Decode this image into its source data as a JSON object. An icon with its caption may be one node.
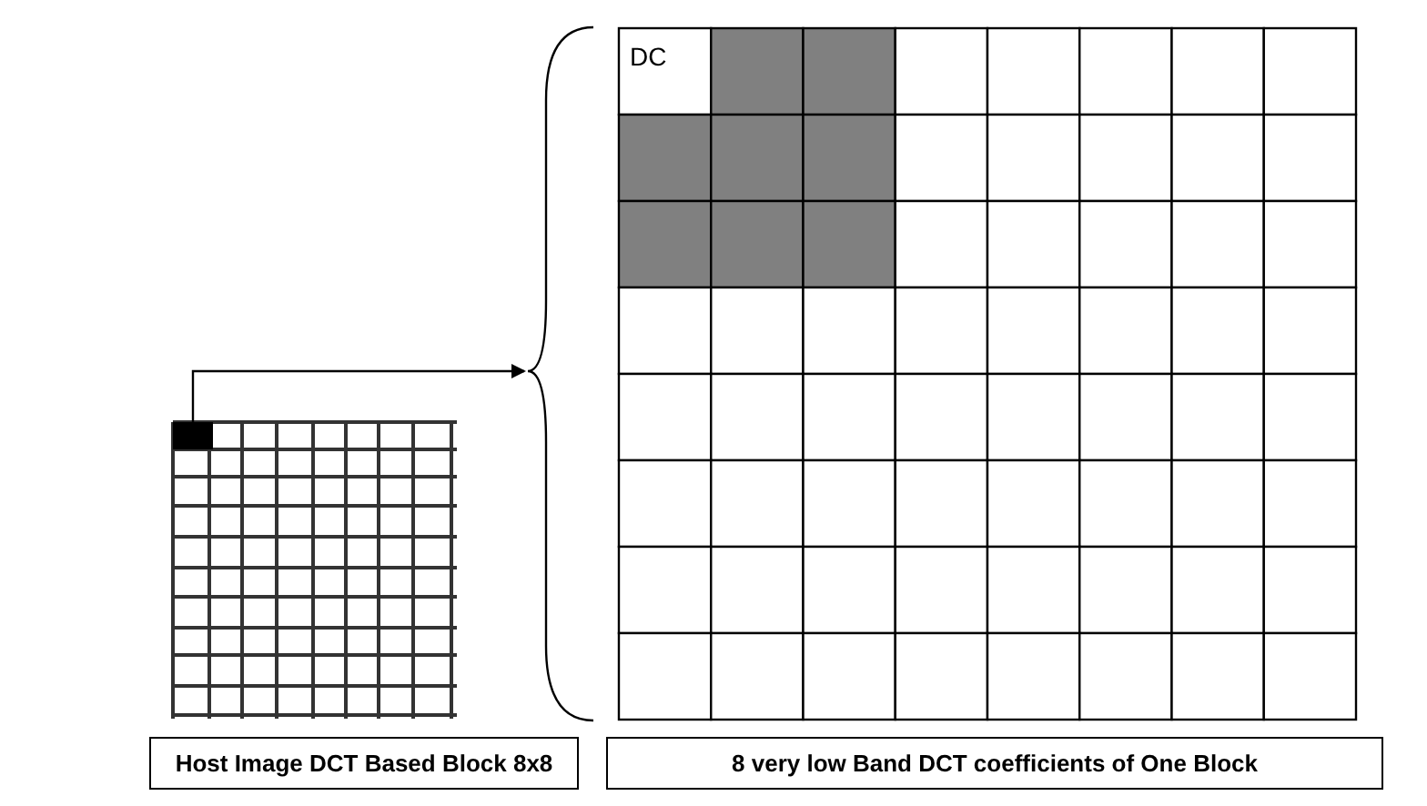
{
  "diagram": {
    "nodes": [
      {
        "text": [],
        "shape": "box"
      },
      {
        "text": [],
        "shape": "box"
      },
      {
        "text": [
          "DC"
        ],
        "in": 1
      },
      {
        "text": [
          "Host Image DCT Based Block 8x8"
        ]
      },
      {
        "text": [
          "8 very low Band DCT coefficients of One Block"
        ]
      }
    ],
    "edges": [
      {
        "from": 0,
        "to": 1,
        "arrow": "to"
      }
    ]
  }
}
